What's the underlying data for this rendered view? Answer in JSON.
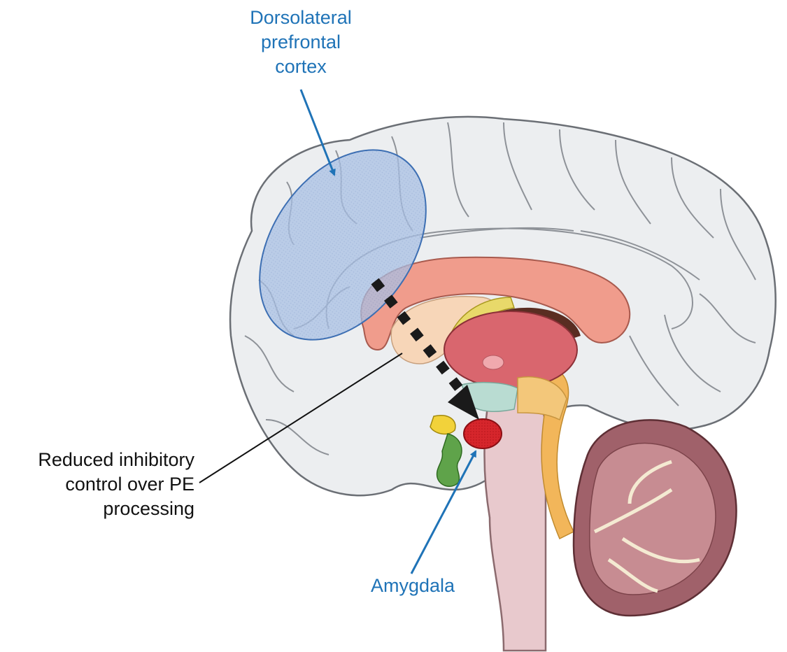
{
  "labels": {
    "dlpfc": [
      "Dorsolateral",
      "prefrontal",
      "cortex"
    ],
    "reduced_control": [
      "Reduced inhibitory",
      "control over PE",
      "processing"
    ],
    "amygdala": "Amygdala"
  },
  "colors": {
    "label_blue": "#1f73b7",
    "label_black": "#111111",
    "dlpfc_region": "#9db6dd",
    "amygdala": "#d11f25",
    "cortex": "#eceef0",
    "corpus_callosum": "#f09c8c",
    "thalamus": "#d9666e",
    "brainstem": "#e8c9cd",
    "cerebellum": "#a0616a",
    "arrow": "#1a1a1a"
  }
}
